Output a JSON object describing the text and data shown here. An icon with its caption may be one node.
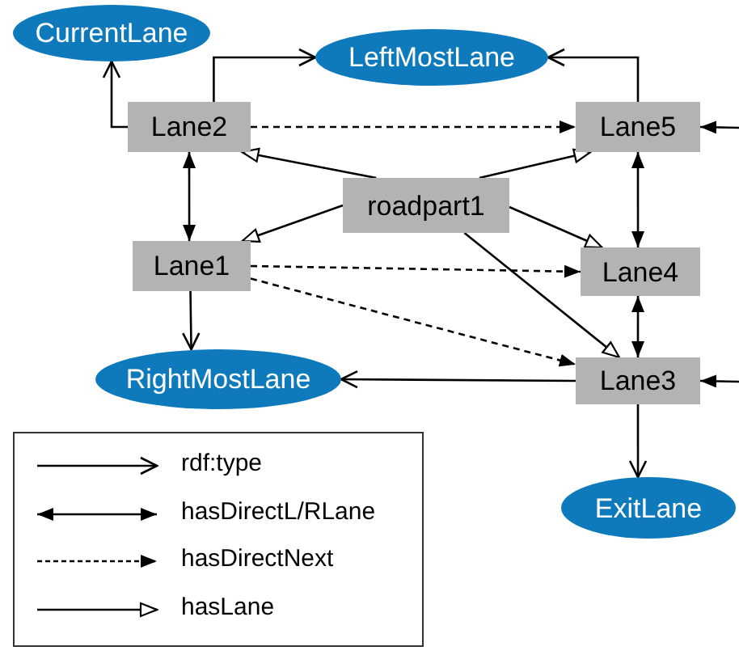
{
  "diagram": {
    "nodes": [
      {
        "text": [
          "CurrentLane"
        ]
      },
      {
        "text": [
          "LeftMostLane"
        ]
      },
      {
        "text": [
          "Lane2"
        ]
      },
      {
        "text": [
          "Lane5"
        ]
      },
      {
        "text": [
          "roadpart1"
        ]
      },
      {
        "text": [
          "Lane1"
        ]
      },
      {
        "text": [
          "Lane4"
        ]
      },
      {
        "text": [
          "RightMostLane"
        ]
      },
      {
        "text": [
          "Lane3"
        ]
      },
      {
        "text": [
          "ExitLane"
        ]
      }
    ],
    "edges": [
      {
        "from": 2,
        "to": 0,
        "arrow": "to"
      },
      {
        "from": 2,
        "to": 1,
        "arrow": "to"
      },
      {
        "from": 3,
        "to": 1,
        "arrow": "to"
      },
      {
        "from": 2,
        "to": 3,
        "arrow": "to",
        "style": "dashed"
      },
      {
        "from": 2,
        "to": 5,
        "arrow": "both"
      },
      {
        "from": 4,
        "to": 2,
        "arrow": "to"
      },
      {
        "from": 4,
        "to": 3,
        "arrow": "to"
      },
      {
        "from": 4,
        "to": 5,
        "arrow": "to"
      },
      {
        "from": 4,
        "to": 6,
        "arrow": "to"
      },
      {
        "from": 4,
        "to": 8,
        "arrow": "to"
      },
      {
        "from": 3,
        "to": 6,
        "arrow": "both"
      },
      {
        "from": 5,
        "to": 6,
        "arrow": "to",
        "style": "dashed"
      },
      {
        "from": 5,
        "to": 8,
        "arrow": "to",
        "style": "dashed"
      },
      {
        "from": 5,
        "to": 7,
        "arrow": "to"
      },
      {
        "from": 6,
        "to": 8,
        "arrow": "both"
      },
      {
        "from": 8,
        "to": 7,
        "arrow": "to"
      },
      {
        "from": 8,
        "to": 9,
        "arrow": "to"
      },
      {
        "from": null,
        "to": 3,
        "arrow": "to"
      },
      {
        "from": null,
        "to": 8,
        "arrow": "to"
      }
    ],
    "legend": [
      {
        "text": "rdf:type"
      },
      {
        "text": "hasDirectL/RLane"
      },
      {
        "text": "hasDirectNext"
      },
      {
        "text": "hasLane"
      }
    ]
  }
}
